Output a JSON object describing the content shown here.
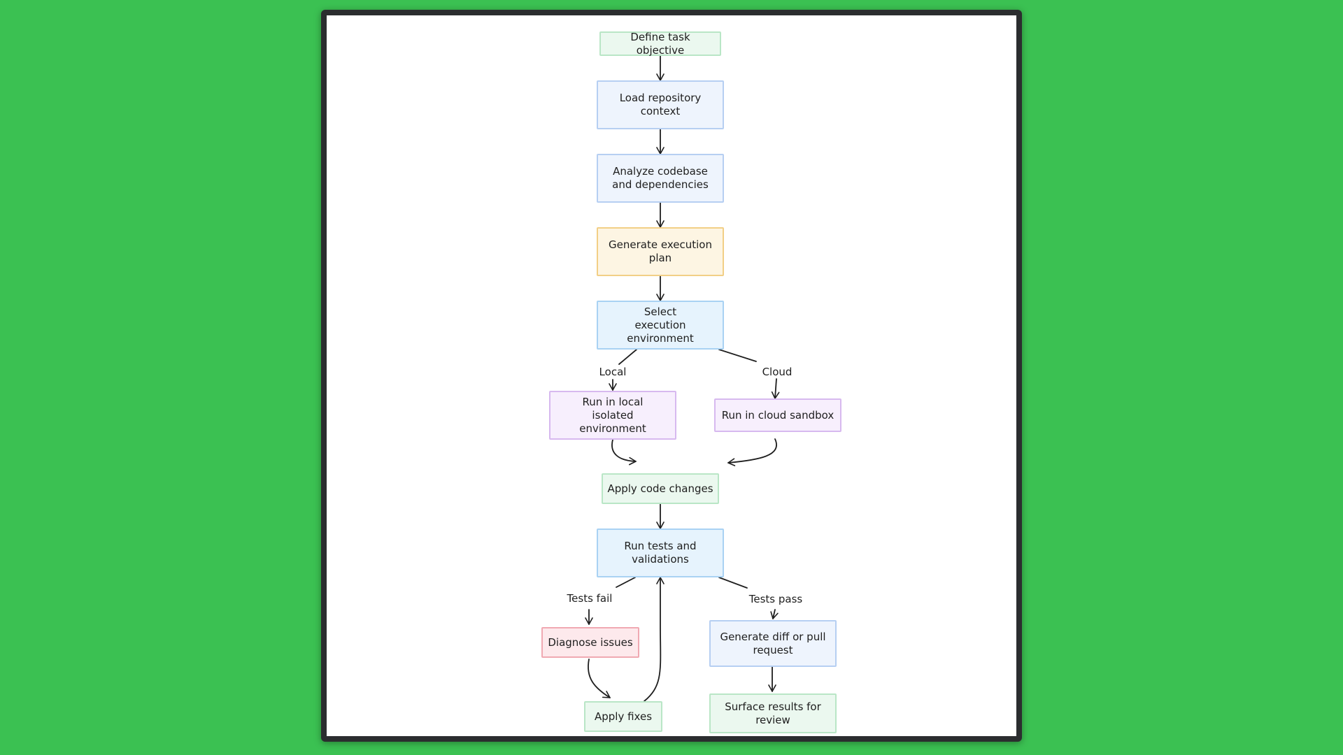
{
  "colors": {
    "background": "#3bc152",
    "frame": "#2b2d2f",
    "canvas": "#ffffff",
    "edge": "#1e1e1e"
  },
  "nodes": {
    "define": "Define task objective",
    "load": "Load repository context",
    "analyze": "Analyze codebase and dependencies",
    "plan": "Generate execution plan",
    "select": "Select execution environment",
    "local": "Run in local isolated environment",
    "cloud": "Run in cloud sandbox",
    "apply": "Apply code changes",
    "tests": "Run tests and validations",
    "diagnose": "Diagnose issues",
    "fixes": "Apply fixes",
    "diff": "Generate diff or pull request",
    "surface": "Surface results for review"
  },
  "edge_labels": {
    "local": "Local",
    "cloud": "Cloud",
    "fail": "Tests fail",
    "pass": "Tests pass"
  }
}
